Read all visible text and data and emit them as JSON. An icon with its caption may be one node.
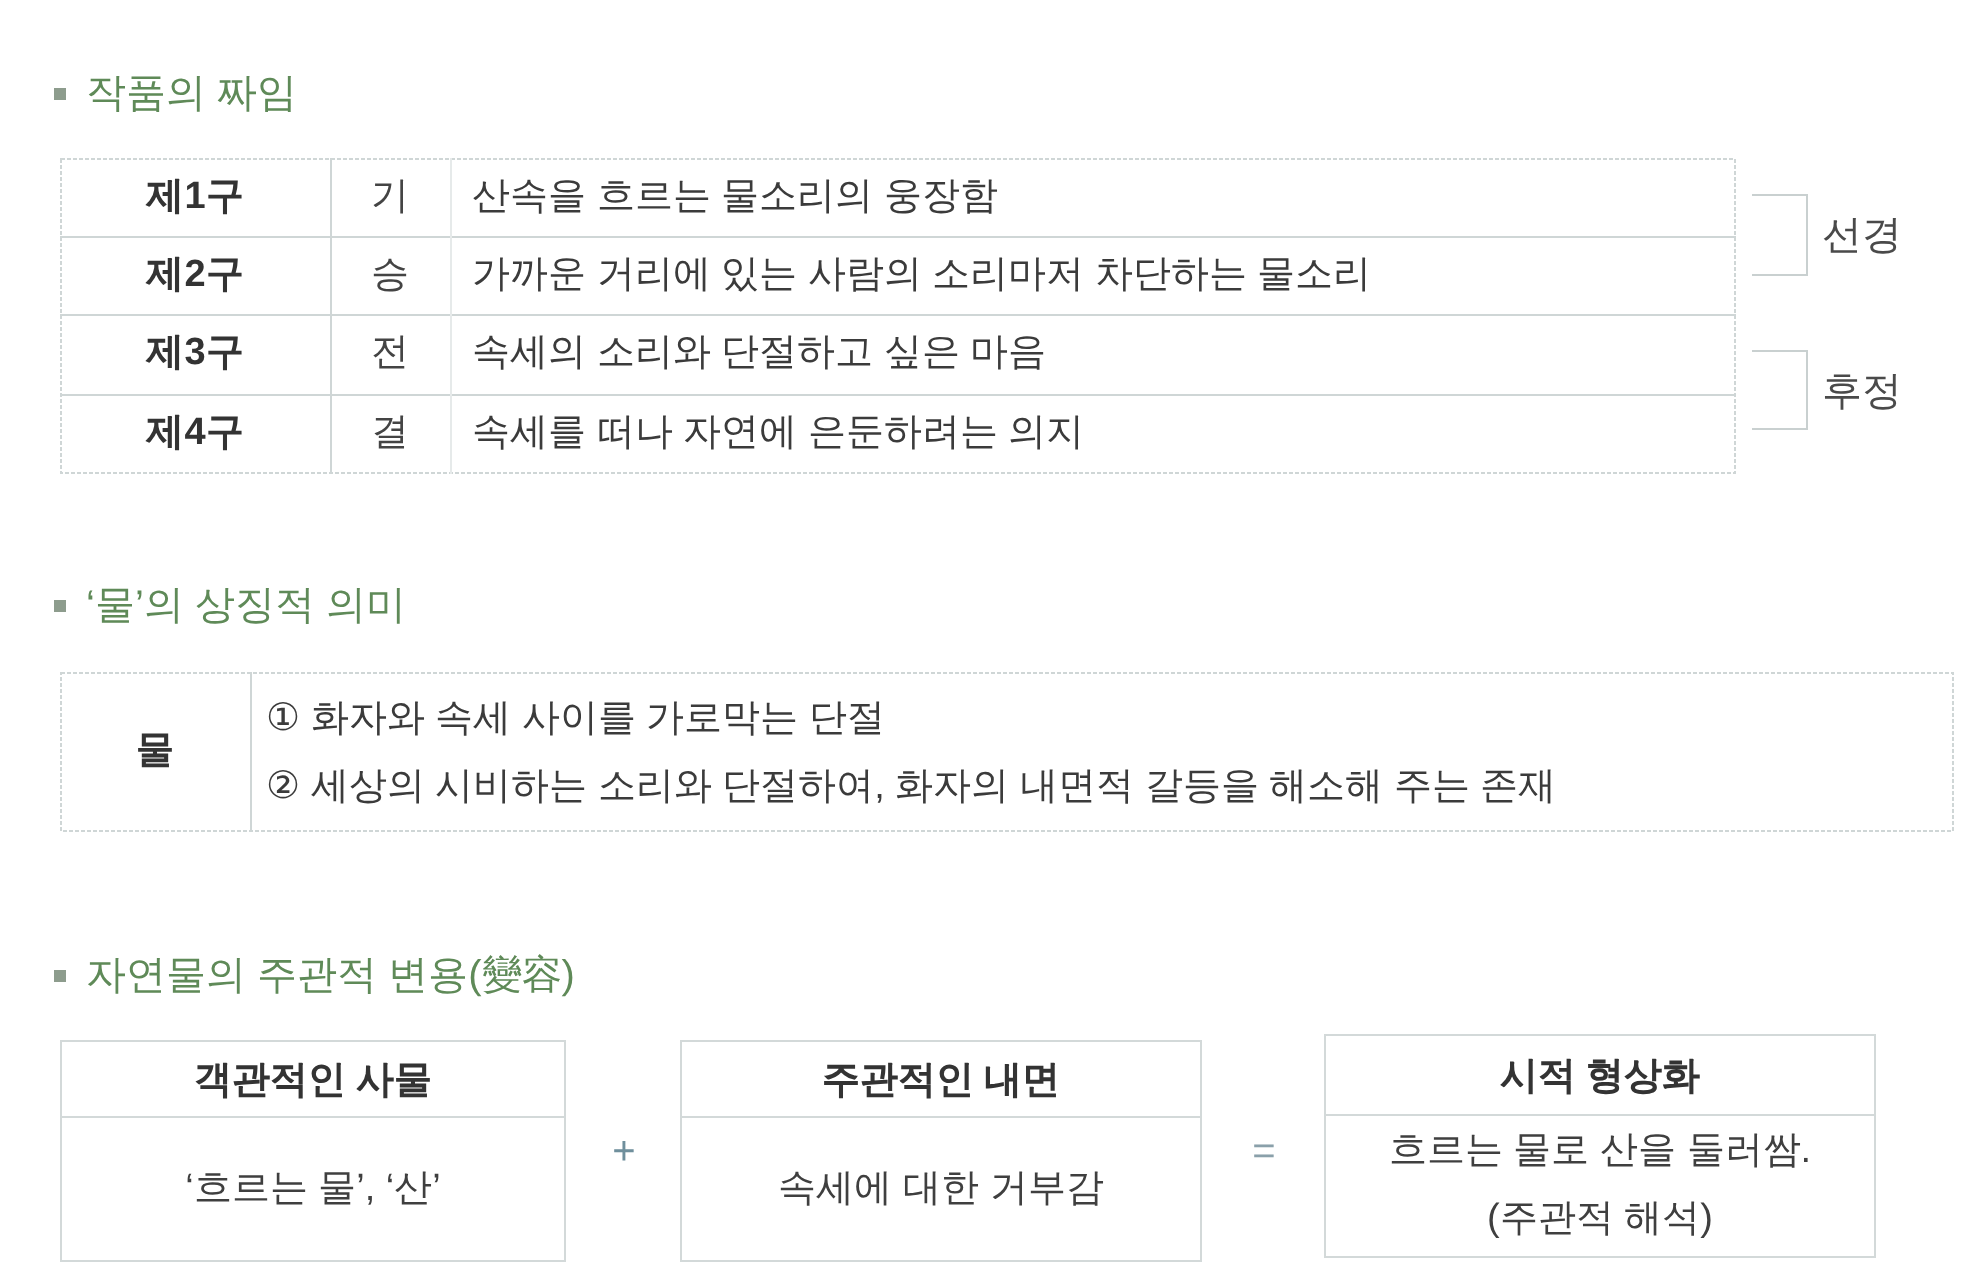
{
  "diagram": {
    "nodes": [
      {
        "text": [
          "객관적인 사물",
          "‘흐르는 물’, ‘산’"
        ]
      },
      {
        "text": [
          "주관적인 내면",
          "속세에 대한 거부감"
        ]
      },
      {
        "text": [
          "시적 형상화",
          "흐르는 물로 산을 둘러쌈. (주관적 해석)"
        ]
      }
    ],
    "labels": [
      "작품의 짜임",
      "제1구",
      "기",
      "산속을 흐르는 물소리의 웅장함",
      "제2구",
      "승",
      "가까운 거리에 있는 사람의 소리마저 차단하는 물소리",
      "제3구",
      "전",
      "속세의 소리와 단절하고 싶은 마음",
      "제4구",
      "결",
      "속세를 떠나 자연에 은둔하려는 의지",
      "선경",
      "후정",
      "‘물’의 상징적 의미",
      "물",
      "① 화자와 속세 사이를 가로막는 단절",
      "② 세상의 시비하는 소리와 단절하여, 화자의 내면적 갈등을 해소해 주는 존재",
      "자연물의 주관적 변용(變容)",
      "+",
      "="
    ]
  }
}
